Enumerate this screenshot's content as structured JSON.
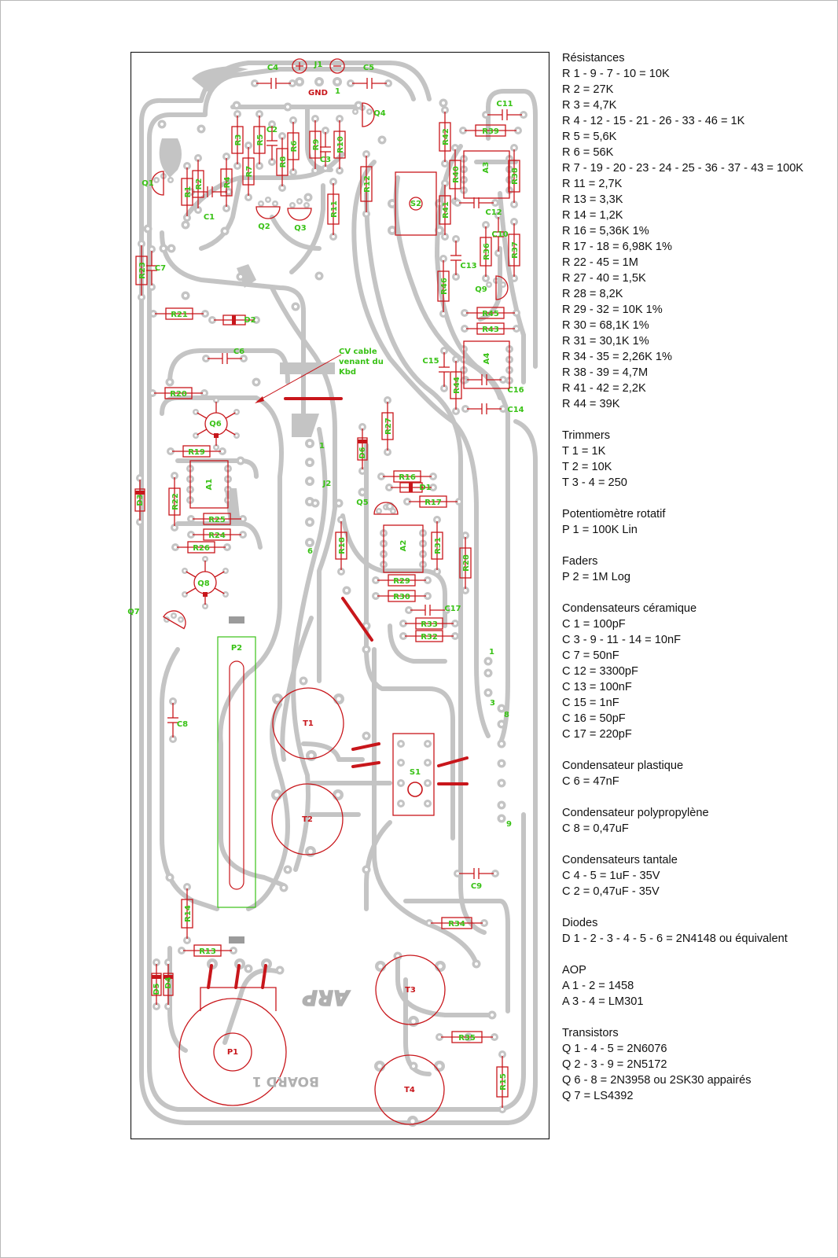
{
  "board": {
    "title": "BOARD 1",
    "logo": "ARP",
    "labels": {
      "ground": "GND",
      "cv_note": [
        "CV cable",
        "venant du",
        "Kbd"
      ],
      "j2_pins": [
        "1",
        "6"
      ],
      "jack_pin_1": "1",
      "edge_pins": [
        "1",
        "3",
        "8",
        "9"
      ]
    },
    "colors": {
      "trace": "#c4c4c4",
      "component": "#c8161b",
      "label": "#39c216",
      "silkscreen": "#b0b0b0"
    },
    "component_labels": {
      "R1": "R1",
      "R2": "R2",
      "R3": "R3",
      "R4": "R4",
      "R5": "R5",
      "R6": "R6",
      "R7": "R7",
      "R8": "R8",
      "R9": "R9",
      "R10": "R10",
      "R11": "R11",
      "R12": "R12",
      "R13": "R13",
      "R14": "R14",
      "R15": "R15",
      "R16": "R16",
      "R17": "R17",
      "R18": "R18",
      "R19": "R19",
      "R20": "R20",
      "R21": "R21",
      "R22": "R22",
      "R23": "R23",
      "R24": "R24",
      "R25": "R25",
      "R26": "R26",
      "R27": "R27",
      "R28": "R28",
      "R29": "R29",
      "R30": "R30",
      "R31": "R31",
      "R32": "R32",
      "R33": "R33",
      "R34": "R34",
      "R35": "R35",
      "R36": "R36",
      "R37": "R37",
      "R38": "R38",
      "R39": "R39",
      "R40": "R40",
      "R41": "R41",
      "R42": "R42",
      "R43": "R43",
      "R44": "R44",
      "R45": "R45",
      "R46": "R46",
      "C1": "C1",
      "C2": "C2",
      "C3": "C3",
      "C4": "C4",
      "C5": "C5",
      "C6": "C6",
      "C7": "C7",
      "C8": "C8",
      "C9": "C9",
      "C10": "C10",
      "C11": "C11",
      "C12": "C12",
      "C13": "C13",
      "C14": "C14",
      "C15": "C15",
      "C16": "C16",
      "C17": "C17",
      "D1": "D1",
      "D2": "D2",
      "D3": "D3",
      "D4": "D4",
      "D5": "D5",
      "D6": "D6",
      "A1": "A1",
      "A2": "A2",
      "A3": "A3",
      "A4": "A4",
      "Q1": "Q1",
      "Q2": "Q2",
      "Q3": "Q3",
      "Q4": "Q4",
      "Q5": "Q5",
      "Q6": "Q6",
      "Q7": "Q7",
      "Q8": "Q8",
      "Q9": "Q9",
      "T1": "T1",
      "T2": "T2",
      "T3": "T3",
      "T4": "T4",
      "P1": "P1",
      "P2": "P2",
      "S1": "S1",
      "S2": "S2",
      "J1": "J1",
      "J2": "J2"
    }
  },
  "parts_list": [
    {
      "title": "Résistances",
      "lines": [
        "R 1 - 9 - 7 - 10 = 10K",
        "R 2 = 27K",
        "R 3 = 4,7K",
        "R 4 - 12 - 15 - 21 - 26 - 33 - 46 = 1K",
        "R 5 = 5,6K",
        "R 6 = 56K",
        "R 7 - 19 - 20 - 23 - 24 - 25 - 36 - 37 - 43 = 100K",
        "R 11 = 2,7K",
        "R 13 = 3,3K",
        "R 14 = 1,2K",
        "R 16 = 5,36K 1%",
        "R 17 - 18 = 6,98K 1%",
        "R 22 - 45 = 1M",
        "R 27 - 40 = 1,5K",
        "R 28  = 8,2K",
        "R 29 - 32 = 10K 1%",
        "R 30 = 68,1K 1%",
        "R 31 = 30,1K 1%",
        "R 34 - 35 = 2,26K 1%",
        "R 38 - 39 = 4,7M",
        "R 41 - 42 = 2,2K",
        "R 44 = 39K"
      ]
    },
    {
      "title": "Trimmers",
      "lines": [
        "T 1 = 1K",
        "T 2 = 10K",
        "T 3 - 4 = 250"
      ]
    },
    {
      "title": "Potentiomètre rotatif",
      "lines": [
        "P 1 = 100K Lin"
      ]
    },
    {
      "title": "Faders",
      "lines": [
        "P 2 = 1M Log"
      ]
    },
    {
      "title": "Condensateurs céramique",
      "lines": [
        "C 1 = 100pF",
        "C 3 - 9 - 11 - 14 = 10nF",
        "C 7 = 50nF",
        "C 12 = 3300pF",
        "C 13 = 100nF",
        "C 15 = 1nF",
        "C 16 = 50pF",
        "C 17 = 220pF"
      ]
    },
    {
      "title": "Condensateur plastique",
      "lines": [
        "C 6 = 47nF"
      ]
    },
    {
      "title": "Condensateur polypropylène",
      "lines": [
        "C 8 = 0,47uF"
      ]
    },
    {
      "title": "Condensateurs tantale",
      "lines": [
        "C 4 - 5 = 1uF - 35V",
        "C 2 = 0,47uF - 35V"
      ]
    },
    {
      "title": "Diodes",
      "lines": [
        "D 1 - 2 - 3 - 4 - 5 - 6 = 2N4148 ou équivalent"
      ]
    },
    {
      "title": "AOP",
      "lines": [
        "A 1 - 2 = 1458",
        "A 3 - 4 = LM301"
      ]
    },
    {
      "title": "Transistors",
      "lines": [
        "Q 1 - 4 - 5 = 2N6076",
        "Q 2 - 3 - 9 = 2N5172",
        "Q 6 - 8 = 2N3958 ou 2SK30 appairés",
        "Q 7 = LS4392"
      ]
    }
  ]
}
